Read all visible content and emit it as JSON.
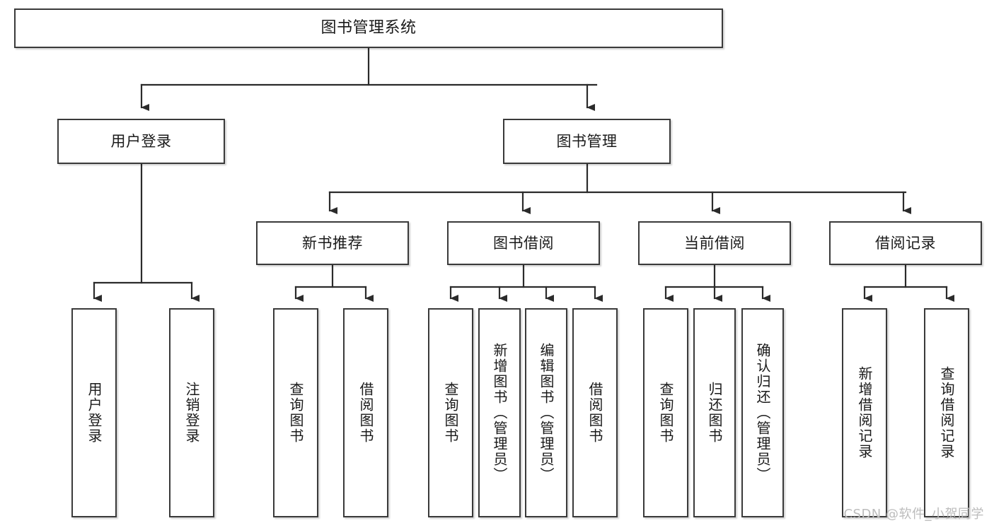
{
  "diagram": {
    "title": "图书管理系统",
    "type": "hierarchy-tree",
    "watermark": "CSDN @软件_小贺同学",
    "colors": {
      "box_border": "#3a3a3a",
      "box_fill": "#ffffff",
      "connector": "#2b2b2b",
      "text": "#1a1a1a",
      "watermark": "#bcbcbc"
    }
  },
  "nodes": {
    "root": {
      "label": "图书管理系统"
    },
    "level2": [
      {
        "label": "用户登录"
      },
      {
        "label": "图书管理"
      }
    ],
    "level3": [
      {
        "label": "新书推荐"
      },
      {
        "label": "图书借阅"
      },
      {
        "label": "当前借阅"
      },
      {
        "label": "借阅记录"
      }
    ],
    "leaves": {
      "user_login": [
        {
          "label": "用户登录"
        },
        {
          "label": "注销登录"
        }
      ],
      "new_book_recommend": [
        {
          "label": "查询图书"
        },
        {
          "label": "借阅图书"
        }
      ],
      "book_borrow": [
        {
          "label": "查询图书"
        },
        {
          "label": "新增图书（管理员）"
        },
        {
          "label": "编辑图书（管理员）"
        },
        {
          "label": "借阅图书"
        }
      ],
      "current_borrow": [
        {
          "label": "查询图书"
        },
        {
          "label": "归还图书"
        },
        {
          "label": "确认归还（管理员）"
        }
      ],
      "borrow_record": [
        {
          "label": "新增借阅记录"
        },
        {
          "label": "查询借阅记录"
        }
      ]
    }
  }
}
